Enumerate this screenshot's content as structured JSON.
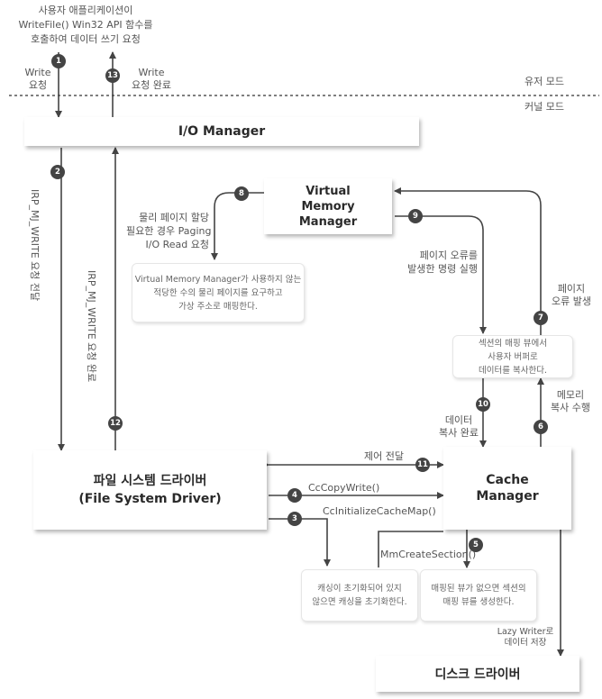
{
  "top_request": [
    "사용자 애플리케이션이",
    "WriteFile() Win32 API 함수를",
    "호출하여 데이터 쓰기 요청"
  ],
  "modes": {
    "user": "유저 모드",
    "kernel": "커널 모드"
  },
  "boxes": {
    "io_manager": "I/O Manager",
    "vmm": [
      "Virtual",
      "Memory",
      "Manager"
    ],
    "fsd": [
      "파일 시스템 드라이버",
      "(File System Driver)"
    ],
    "cache": [
      "Cache",
      "Manager"
    ],
    "disk": "디스크 드라이버"
  },
  "labels": {
    "write_request": [
      "Write",
      "요청"
    ],
    "write_done": [
      "Write",
      "요청 완료"
    ],
    "irp_send": "IRP_MJ_WRITE 요청 전달",
    "irp_complete": "IRP_MJ_WRITE 요청 완료",
    "paging_read": [
      "물리 페이지 할당",
      "필요한 경우 Paging",
      "I/O Read 요청"
    ],
    "page_fault_cmd": [
      "페이지 오류를",
      "발생한 명령 실행"
    ],
    "page_fault": [
      "페이지",
      "오류 발생"
    ],
    "mem_copy": [
      "메모리",
      "복사 수행"
    ],
    "data_copy_done": [
      "데이터",
      "복사 완료"
    ],
    "control_transfer": "제어 전달",
    "cc_copy_write": "CcCopyWrite()",
    "cc_init": "CcInitializeCacheMap()",
    "mm_create": "MmCreateSection()",
    "lazy_writer": [
      "Lazy Writer로",
      "데이터 저장"
    ]
  },
  "notes": {
    "vmm_note": [
      "Virtual Memory Manager가 사용하지 않는",
      "적당한 수의 물리 페이지를 요구하고",
      "가상 주소로 매핑한다."
    ],
    "copy_note": [
      "섹션의 매핑 뷰에서",
      "사용자 버퍼로",
      "데이터를 복사한다."
    ],
    "cache_init_note": [
      "캐싱이 초기화되어 있지",
      "않으면 캐싱을 초기화한다."
    ],
    "section_note": [
      "매핑된 뷰가 없으면 섹션의",
      "매핑 뷰를 생성한다."
    ]
  },
  "steps": [
    "1",
    "2",
    "3",
    "4",
    "5",
    "6",
    "7",
    "8",
    "9",
    "10",
    "11",
    "12",
    "13"
  ]
}
